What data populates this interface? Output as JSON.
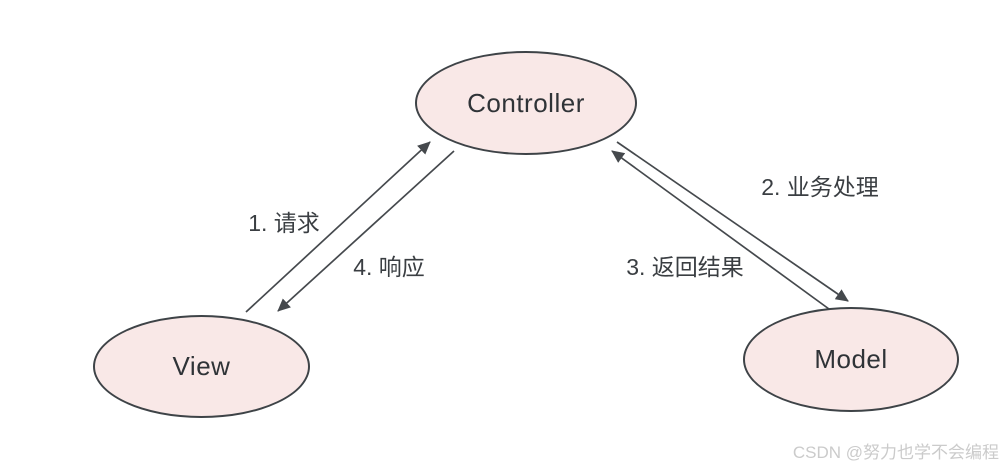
{
  "diagram": {
    "title_hint": "MVC pattern diagram",
    "nodes": [
      {
        "id": "controller",
        "label": "Controller"
      },
      {
        "id": "view",
        "label": "View"
      },
      {
        "id": "model",
        "label": "Model"
      }
    ],
    "edges": [
      {
        "id": "request",
        "label": "1. 请求",
        "from": "View",
        "to": "Controller"
      },
      {
        "id": "business",
        "label": "2. 业务处理",
        "from": "Controller",
        "to": "Model"
      },
      {
        "id": "return_result",
        "label": "3. 返回结果",
        "from": "Model",
        "to": "Controller"
      },
      {
        "id": "response",
        "label": "4. 响应",
        "from": "Controller",
        "to": "View"
      }
    ],
    "colors": {
      "node_fill": "#f9e8e7",
      "node_border": "#3e4347",
      "arrow": "#45494d",
      "label_text": "#3a3e42",
      "watermark": "#cbcbcb"
    },
    "watermark": "CSDN @努力也学不会编程"
  }
}
